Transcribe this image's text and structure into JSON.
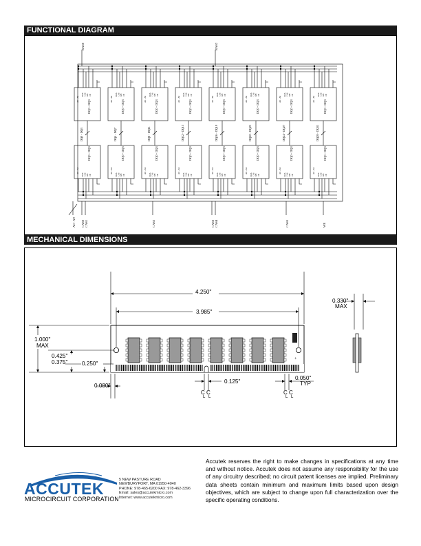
{
  "sections": {
    "functional": "FUNCTIONAL DIAGRAM",
    "mechanical": "MECHANICAL DIMENSIONS"
  },
  "diagram": {
    "top_signals": [
      "RAS0",
      "RAS2"
    ],
    "bottom_signals": [
      "A0 - A9",
      "CAS0",
      "CAS1",
      "CAS2",
      "CAS3",
      "CAS4",
      "CAS5",
      "WE"
    ],
    "bus_labels_top": [
      "DQ0 - DQ3",
      "DQ4 - DQ7",
      "DQ8 - DQ11",
      "DQ12 - DQ15",
      "DQ16 - DQ19",
      "DQ20 - DQ23",
      "DQ24 - DQ27",
      "DQ28 - DQ31"
    ],
    "chip_label": "DQ0 - DQ3",
    "chip_addr": "A0 - A9",
    "chip_ctrl": [
      "RAS",
      "CAS",
      "WE",
      "OE"
    ]
  },
  "dimensions": {
    "width_total": "4.250\"",
    "width_holes": "3.985\"",
    "thickness": "0.330\"",
    "thickness_note": "MAX",
    "height": "1.000\"",
    "height_note": "MAX",
    "d1": "0.425\"",
    "d2": "0.375\"",
    "d3": "0.250\"",
    "d4": "0.080\"",
    "d5": "0.125\"",
    "pitch": "0.050\"",
    "pitch_note": "TYP",
    "cl": "C",
    "cl_sub": "L"
  },
  "footer": {
    "logo": "ACCUTEK",
    "corp": "MICROCIRCUIT CORPORATION",
    "address": [
      "5 NEW PASTURE ROAD",
      "NEWBURYPORT, MA  01950-4040",
      "PHONE:  978-465-6200     FAX:  978-462-3396",
      "Email:    sales@accutekmicro.com",
      "Internet:  www.accutekmicro.com"
    ],
    "disclaimer": "Accutek reserves the right to make changes in specifications at any time and without notice.  Accutek does not assume any responsibility for the use of any circuitry described; no circuit patent licenses are implied. Preliminary data sheets contain minimum and maximum limits based upon design objectives, which are subject to change upon full characterization over the specific operating conditions."
  }
}
